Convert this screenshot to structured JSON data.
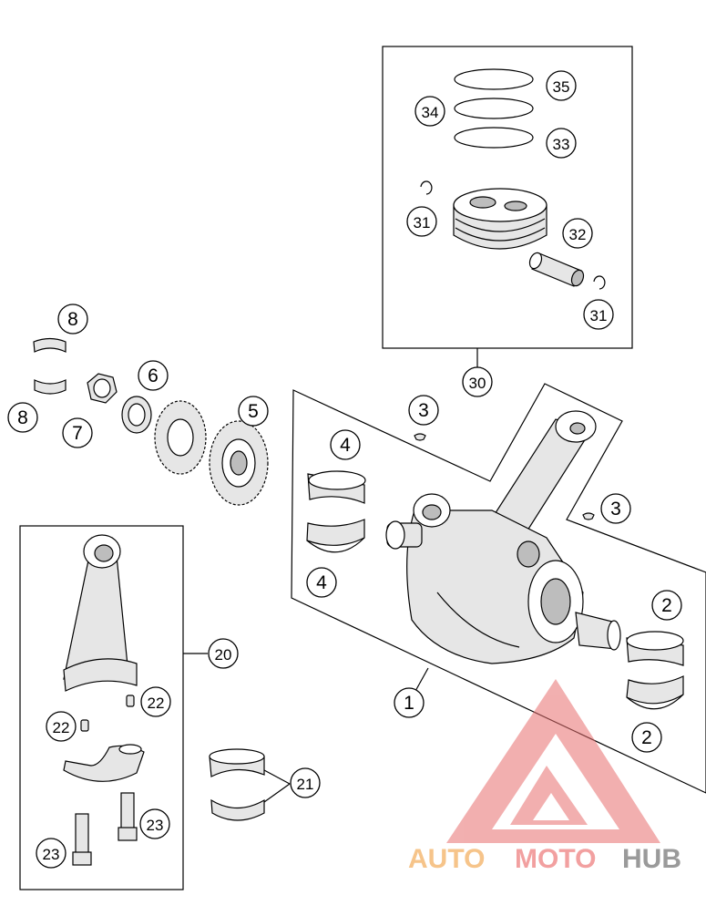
{
  "callouts": [
    {
      "id": "c35",
      "label": "35"
    },
    {
      "id": "c34",
      "label": "34"
    },
    {
      "id": "c33",
      "label": "33"
    },
    {
      "id": "c31a",
      "label": "31"
    },
    {
      "id": "c32",
      "label": "32"
    },
    {
      "id": "c31b",
      "label": "31"
    },
    {
      "id": "c30",
      "label": "30"
    },
    {
      "id": "c8a",
      "label": "8"
    },
    {
      "id": "c8b",
      "label": "8"
    },
    {
      "id": "c7",
      "label": "7"
    },
    {
      "id": "c6",
      "label": "6"
    },
    {
      "id": "c5",
      "label": "5"
    },
    {
      "id": "c3a",
      "label": "3"
    },
    {
      "id": "c3b",
      "label": "3"
    },
    {
      "id": "c4a",
      "label": "4"
    },
    {
      "id": "c4b",
      "label": "4"
    },
    {
      "id": "c2a",
      "label": "2"
    },
    {
      "id": "c2b",
      "label": "2"
    },
    {
      "id": "c1",
      "label": "1"
    },
    {
      "id": "c20",
      "label": "20"
    },
    {
      "id": "c22a",
      "label": "22"
    },
    {
      "id": "c22b",
      "label": "22"
    },
    {
      "id": "c21",
      "label": "21"
    },
    {
      "id": "c23a",
      "label": "23"
    },
    {
      "id": "c23b",
      "label": "23"
    }
  ],
  "watermark": {
    "word_part1": "AUTO",
    "word_part2": "MOTO",
    "word_part3": "HUB",
    "color_part1": "#f6c48a",
    "color_part2": "#f2a0a0",
    "color_part3": "#9a9a9a",
    "logo_color": "#e86f6f"
  }
}
